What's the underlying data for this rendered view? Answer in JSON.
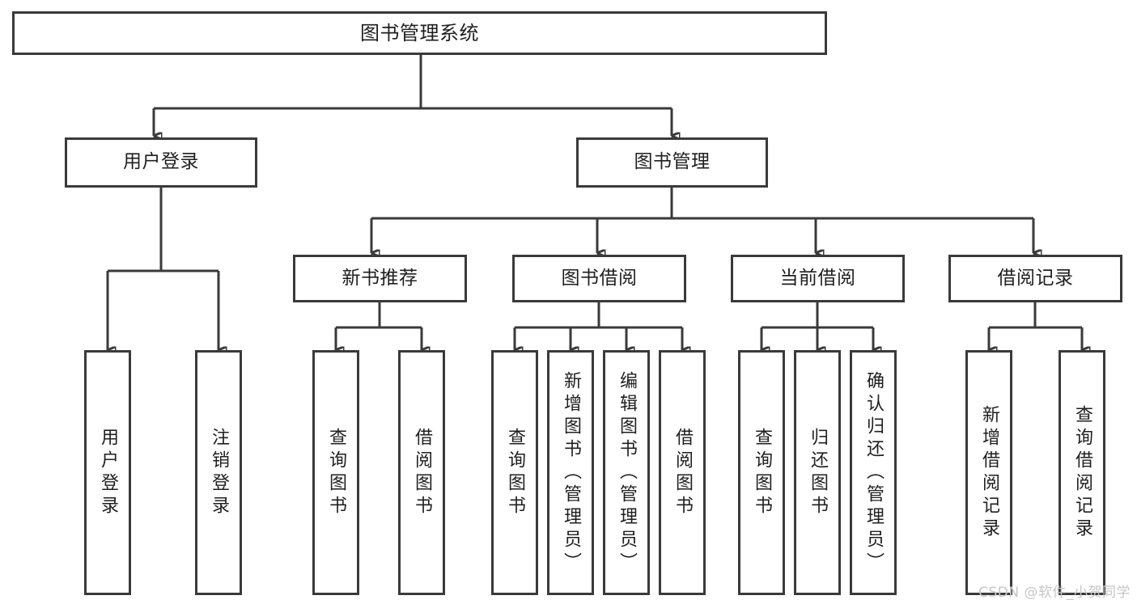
{
  "diagram": {
    "title": "图书管理系统",
    "type": "hierarchy-tree",
    "orientation": "top-down",
    "root": {
      "id": "root",
      "label": "图书管理系统"
    },
    "level2": [
      {
        "id": "user-login",
        "label": "用户登录"
      },
      {
        "id": "book-manage",
        "label": "图书管理"
      }
    ],
    "level3": [
      {
        "id": "new-book-rec",
        "label": "新书推荐",
        "parent": "book-manage"
      },
      {
        "id": "book-borrow",
        "label": "图书借阅",
        "parent": "book-manage"
      },
      {
        "id": "current-borrow",
        "label": "当前借阅",
        "parent": "book-manage"
      },
      {
        "id": "borrow-record",
        "label": "借阅记录",
        "parent": "book-manage"
      }
    ],
    "leaves": {
      "user-login": [
        {
          "id": "leaf-user-login",
          "label": "用户登录"
        },
        {
          "id": "leaf-logout",
          "label": "注销登录"
        }
      ],
      "new-book-rec": [
        {
          "id": "leaf-query-book-1",
          "label": "查询图书"
        },
        {
          "id": "leaf-borrow-book-1",
          "label": "借阅图书"
        }
      ],
      "book-borrow": [
        {
          "id": "leaf-query-book-2",
          "label": "查询图书"
        },
        {
          "id": "leaf-add-book",
          "label": "新增图书（管理员）"
        },
        {
          "id": "leaf-edit-book",
          "label": "编辑图书（管理员）"
        },
        {
          "id": "leaf-borrow-book-2",
          "label": "借阅图书"
        }
      ],
      "current-borrow": [
        {
          "id": "leaf-query-book-3",
          "label": "查询图书"
        },
        {
          "id": "leaf-return-book",
          "label": "归还图书"
        },
        {
          "id": "leaf-confirm-return",
          "label": "确认归还（管理员）"
        }
      ],
      "borrow-record": [
        {
          "id": "leaf-add-record",
          "label": "新增借阅记录"
        },
        {
          "id": "leaf-query-record",
          "label": "查询借阅记录"
        }
      ]
    }
  },
  "watermark": {
    "text": "CSDN @软件_小贺同学"
  },
  "colors": {
    "stroke": "#3a3a3a",
    "text": "#1f1f1f",
    "background": "#ffffff",
    "watermark": "#c6c6c6"
  }
}
